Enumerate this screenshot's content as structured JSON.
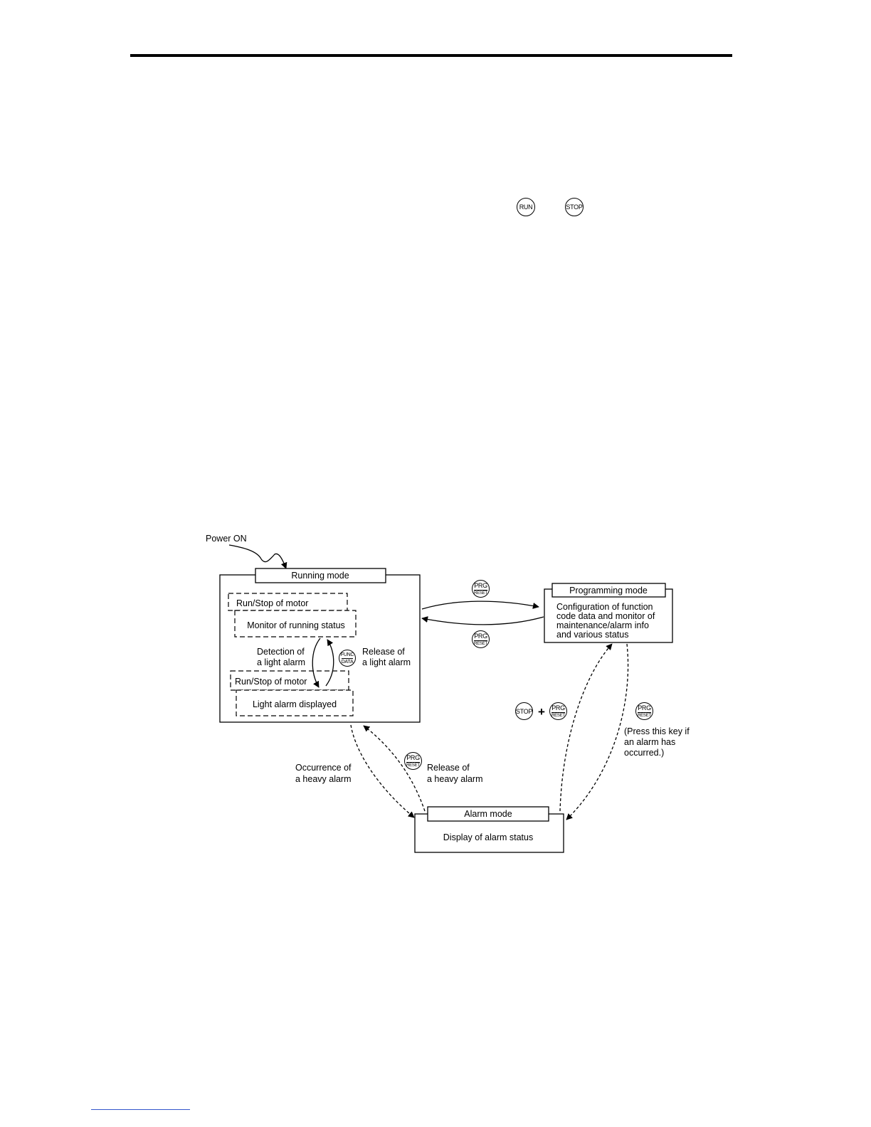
{
  "top_keys": {
    "run": "RUN",
    "stop": "STOP"
  },
  "diagram": {
    "power_on": "Power ON",
    "running_mode": {
      "title": "Running mode",
      "run_stop_1": "Run/Stop of motor",
      "monitor": "Monitor of running status",
      "run_stop_2": "Run/Stop of motor",
      "light_alarm": "Light alarm displayed",
      "detection": [
        "Detection of",
        "a light alarm"
      ],
      "release_light": [
        "Release of",
        "a light alarm"
      ]
    },
    "programming_mode": {
      "title": "Programming mode",
      "body": [
        "Configuration of function",
        "code data and monitor of",
        "maintenance/alarm info",
        "and various status"
      ]
    },
    "alarm_mode": {
      "title": "Alarm mode",
      "body": "Display of alarm status"
    },
    "occurrence_heavy": [
      "Occurrence of",
      "a heavy alarm"
    ],
    "release_heavy": [
      "Release of",
      "a heavy alarm"
    ],
    "press_note": [
      "(Press this key if",
      "an alarm has",
      "occurred.)"
    ],
    "plus": "+",
    "keys": {
      "prg": "PRG",
      "reset": "RESET",
      "func": "FUNC",
      "data": "DATA",
      "stop": "STOP"
    }
  }
}
